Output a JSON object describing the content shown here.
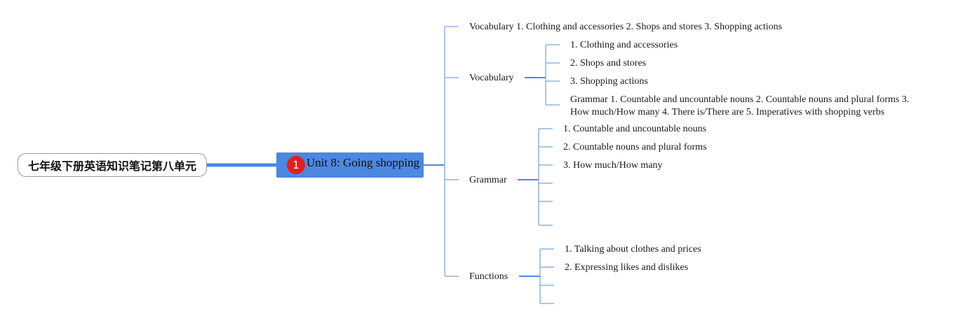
{
  "root": {
    "title": "七年级下册英语知识笔记第八单元"
  },
  "central": {
    "badge": "1",
    "title": "Unit 8: Going shopping"
  },
  "top_note": "Vocabulary 1. Clothing and accessories 2. Shops and stores 3. Shopping actions",
  "branches": [
    {
      "label": "Vocabulary",
      "items": [
        "1. Clothing and accessories",
        "2. Shops and stores",
        "3. Shopping actions",
        "Grammar 1. Countable and uncountable nouns 2. Countable nouns and plural forms 3. How much/How many 4. There is/There are 5. Imperatives with shopping verbs"
      ]
    },
    {
      "label": "Grammar",
      "items": [
        "1. Countable and uncountable nouns",
        "2. Countable nouns and plural forms",
        "3. How much/How many",
        "",
        "",
        ""
      ]
    },
    {
      "label": "Functions",
      "items": [
        "1. Talking about clothes and prices",
        "2. Expressing likes and dislikes",
        "",
        ""
      ]
    }
  ],
  "colors": {
    "root_border": "#9a9a9a",
    "central_fill": "#4c88e0",
    "badge": "#e02020",
    "line": "#8fb3e0",
    "thick_line": "#4c88e0"
  }
}
